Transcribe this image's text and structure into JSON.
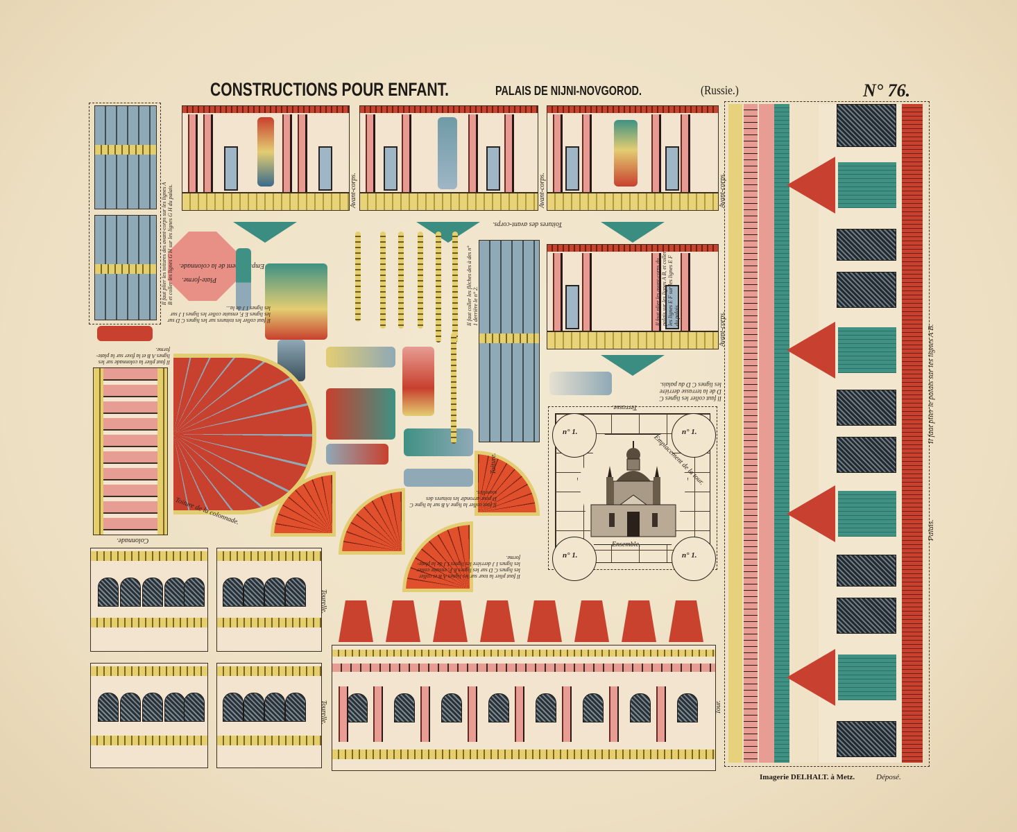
{
  "header": {
    "title": "CONSTRUCTIONS POUR ENFANT.",
    "subtitle": "PALAIS DE NIJNI-NOVGOROD.",
    "region": "(Russie.)",
    "sheet_number": "N° 76."
  },
  "footer": {
    "printer": "Imagerie DELHALT. à Metz.",
    "depose": "Déposé."
  },
  "pieces": {
    "avant_corps_labels": [
      "Avant-corps.",
      "Avant-corps.",
      "Avant-corps.",
      "Avant-corps."
    ],
    "toitures_avant_corps": "Toitures des avant-corps.",
    "plate_forme": "Plate-forme.",
    "emplacement_colonnade": "Emplacement de la colonnade.",
    "colonnade": "Colonnade.",
    "toiture_colonnade": "Toiture de la colonnade.",
    "toiture": "Toiture.",
    "tourelle": "Tourelle.",
    "tour": "Tour.",
    "palais": "Palais.",
    "terrasse": "Terrasse.",
    "ensemble": "Ensemble.",
    "emplacement_tour": "Emplacement de la tour.",
    "plot_labels": [
      "n° 1.",
      "n° 1.",
      "n° 1.",
      "n° 1."
    ]
  },
  "instructions": {
    "avant_corps_top": "Il faut plier les toitures des avant-corps sur les lignes A B et coller les lignes G H sur les lignes G H du palais.",
    "avant_corps_mid": "Il faut plier les avant-corps du palais sur les lignes A B, et coller les lignes E F sur les lignes E F du palais.",
    "fleches": "Il faut coller les flèches des à des n° 1 derrière le n° 2.",
    "colonnade": "Il faut plier la colonnade sur les lignes A B et la fixer sur la plate-forme.",
    "toiture_colonnade": "Il faut coller les toitures sur les lignes C D sur les lignes E F, ensuite coller les lignes I J sur les lignes I J de la...",
    "terrasse": "Il faut coller les lignes C D de la terrasse derrière les lignes C D du palais.",
    "tourelles": "Il faut coller la ligne A B sur la ligne C D pour arrondir les toitures des tourelles.",
    "tour": "Il faut plier la tour sur les lignes A B et coller les lignes C D sur les lignes E F, ensuite coller les lignes I J derrière les lignes I J de la plate-forme.",
    "palais": "Il faut plier le palais sur les lignes A B."
  },
  "colors": {
    "paper": "#efe3c8",
    "pink": "#e79d93",
    "red": "#c84030",
    "teal": "#3f9183",
    "blue_grey": "#8fa9b6",
    "gold": "#e5cf6c",
    "ink": "#1e1a16"
  }
}
